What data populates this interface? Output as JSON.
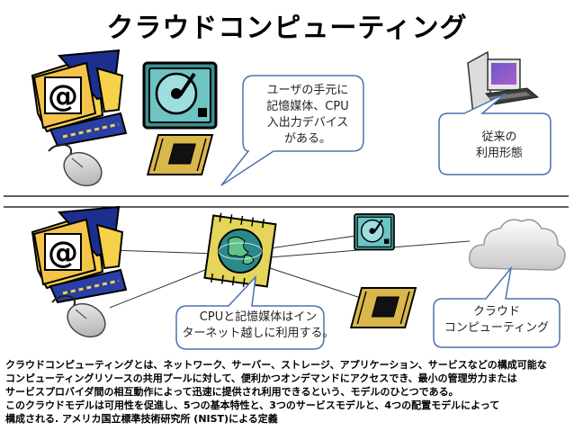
{
  "slide": {
    "title": "クラウドコンピューティング",
    "top_section": {
      "bubble_user": [
        "ユーザの手元に",
        "記憶媒体、CPU",
        "入出力デバイス",
        "がある。"
      ],
      "bubble_traditional": [
        "従来の",
        "利用形態"
      ]
    },
    "bottom_section": {
      "bubble_cpu": [
        "CPUと記憶媒体はイン",
        "ターネット越しに利用する。"
      ],
      "bubble_cloud": [
        "クラウド",
        "コンピューティング"
      ]
    },
    "definition": [
      "クラウドコンピューティングとは、ネットワーク、サーバー、ストレージ、アプリケーション、サービスなどの構成可能な",
      "コンピューティングリソースの共用プールに対して、便利かつオンデマンドにアクセスでき、最小の管理労力または",
      "サービスプロバイダ間の相互動作によって迅速に提供され利用できるという、モデルのひとつである。",
      "このクラウドモデルは可用性を促進し、5つの基本特性と、3つのサービスモデルと、4つの配置モデルによって",
      "構成される. アメリカ国立標準技術研究所 (NIST)による定義"
    ]
  },
  "colors": {
    "bubble_fill": "#ffffff",
    "bubble_stroke": "#4a73b0",
    "divider": "#000000",
    "connector": "#333333"
  },
  "icons": [
    "email-icon",
    "hard-disk-icon",
    "cpu-chip-icon",
    "mouse-icon",
    "desktop-computer-icon",
    "globe-chip-icon",
    "cloud-icon"
  ]
}
